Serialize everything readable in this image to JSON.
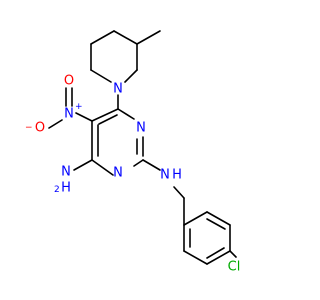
{
  "atoms": {
    "ring_n_top": "N",
    "ring_n_bottom": "N",
    "piperidine_n": "N",
    "nitro_n": "N",
    "nitro_n_charge": "+",
    "nitro_o_left": "O",
    "nitro_o_left_charge": "−",
    "nitro_o_top": "O",
    "amine_n": "N",
    "amine_h": "H",
    "nh2_n": "N",
    "nh2_h": "H",
    "nh2_h_count": "2",
    "chlorine": "Cl"
  },
  "colors": {
    "bond": "#000000",
    "nitrogen": "#0000ff",
    "oxygen": "#ff0000",
    "chlorine": "#00aa00",
    "background": "#ffffff"
  }
}
